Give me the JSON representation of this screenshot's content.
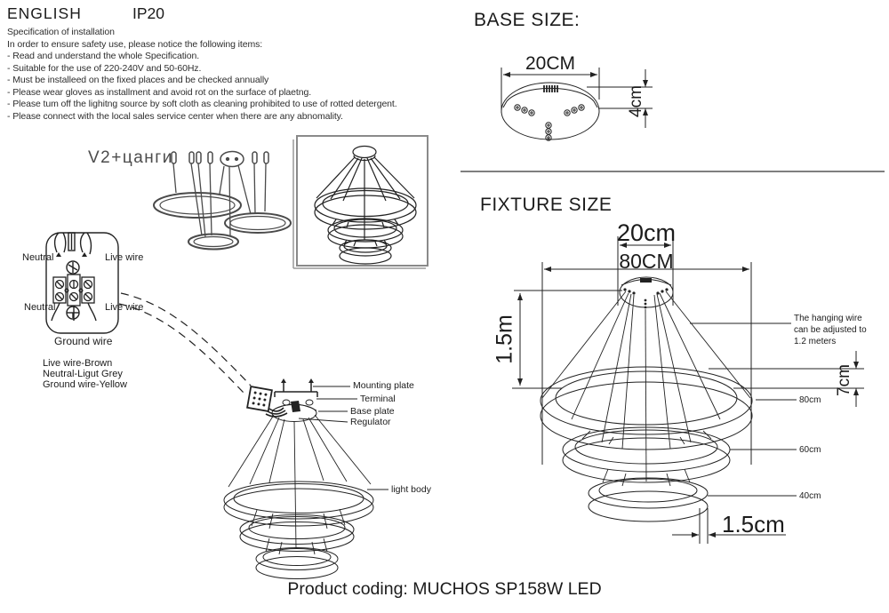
{
  "header": {
    "language": "ENGLISH",
    "ip_rating": "IP20"
  },
  "spec": {
    "lines": [
      "Specification of installation",
      "In order to ensure safety use, please notice the following items:",
      "- Read and understand the whole Specification.",
      "- Suitable for the use of 220-240V and 50-60Hz.",
      "- Must be installeed on the fixed places and be checked annually",
      "- Please wear gloves as installment and avoid rot on the surface of plaetng.",
      "- Please tum off the lighitng source by soft cloth as cleaning prohibited to use of rotted detergent.",
      "- Please connect with the local sales service center when there are any abnomality."
    ]
  },
  "v2_sketch": {
    "label": "V2+цанги"
  },
  "wiring": {
    "neutral_top": "Neutral",
    "live_top": "Live wire",
    "neutral_bottom": "Neutral",
    "live_bottom": "Live wire",
    "ground": "Ground wire",
    "legend": [
      "Live wire-Brown",
      "Neutral-Ligut Grey",
      "Ground wire-Yellow"
    ]
  },
  "install_labels": {
    "mounting_plate": "Mounting plate",
    "terminal": "Terminal",
    "base_plate": "Base plate",
    "regulator": "Regulator",
    "light_body": "light body"
  },
  "base_size": {
    "title": "BASE SIZE:",
    "width": "20CM",
    "height": "4cm"
  },
  "fixture_size": {
    "title": "FIXTURE SIZE",
    "canopy_width": "20cm",
    "max_width": "80CM",
    "drop_height": "1.5m",
    "ring_height": "7cm",
    "wire_note": "The hanging wire can be adjusted to 1.2 meters",
    "ring_labels": [
      "80cm",
      "60cm",
      "40cm"
    ],
    "tube_width": "1.5cm"
  },
  "footer": {
    "product_coding": "Product coding: MUCHOS SP158W LED"
  },
  "colors": {
    "line": "#222222",
    "box_border": "#8a8a8a"
  }
}
